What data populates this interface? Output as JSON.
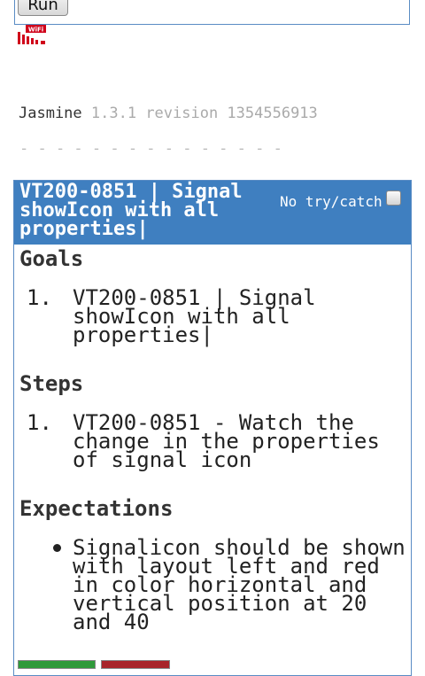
{
  "toolbar": {
    "run_label": "Run"
  },
  "status_icon": {
    "name": "wifi-signal-icon",
    "label": "WiFi",
    "color": "#d0021b"
  },
  "jasmine": {
    "name": "Jasmine",
    "version": "1.3.1 revision 1354556913",
    "progress_dashes": "- - - - - - - - - - - - - - -"
  },
  "suite": {
    "title": "VT200-0851 | Signal showIcon with all properties|",
    "trycatch_label": "No try/catch",
    "header_color": "#3f7fc0",
    "sections": {
      "goals": {
        "heading": "Goals",
        "items": [
          {
            "marker": "1.",
            "text": "VT200-0851 | Signal showIcon with all properties|"
          }
        ]
      },
      "steps": {
        "heading": "Steps",
        "items": [
          {
            "marker": "1.",
            "text": "VT200-0851 - Watch the change in the properties of signal icon"
          }
        ]
      },
      "expectations": {
        "heading": "Expectations",
        "items": [
          {
            "text": "Signalicon should be shown with layout left and red in color horizontal and vertical position at 20 and 40"
          }
        ]
      }
    },
    "pass_color": "#2f9a3a",
    "fail_color": "#a8252a"
  }
}
